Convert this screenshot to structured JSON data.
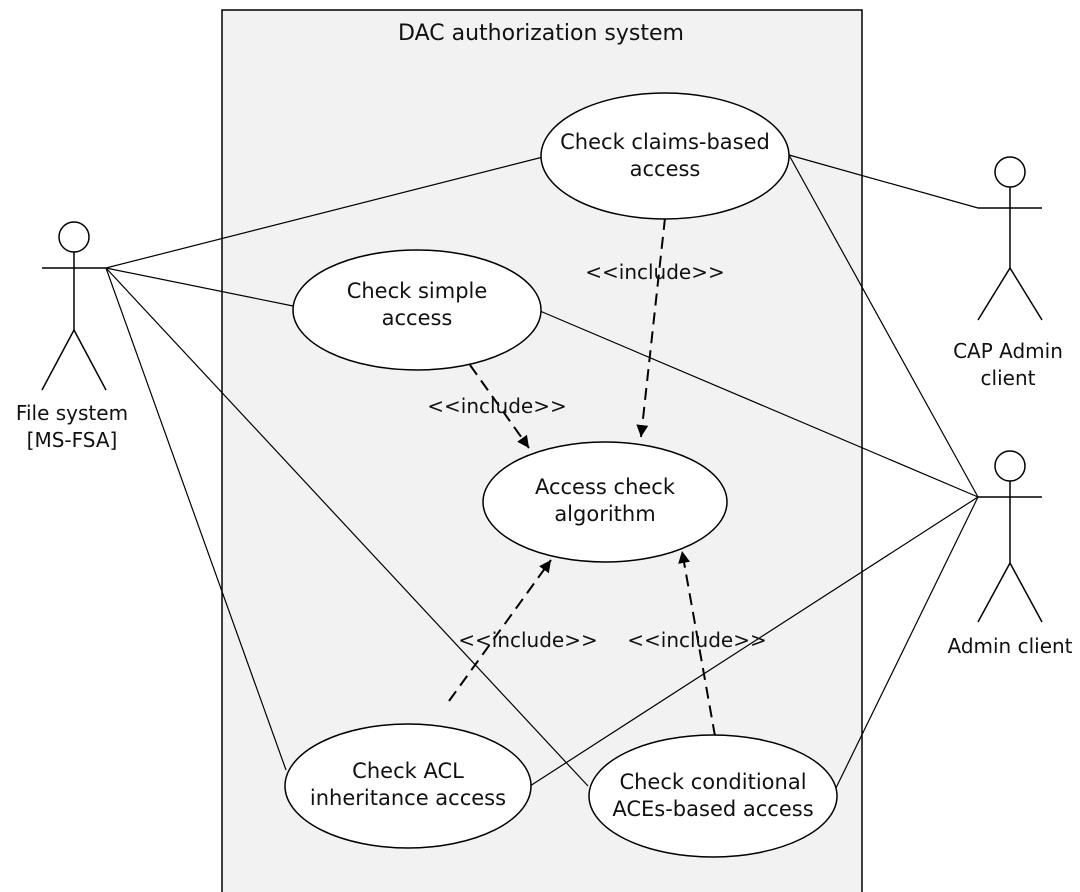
{
  "system": {
    "title": "DAC authorization system"
  },
  "actors": {
    "file_system": {
      "line1": "File system",
      "line2": "[MS-FSA]"
    },
    "cap_admin": {
      "line1": "CAP Admin",
      "line2": "client"
    },
    "admin": {
      "line1": "Admin client"
    }
  },
  "use_cases": {
    "claims": {
      "line1": "Check claims-based",
      "line2": "access"
    },
    "simple": {
      "line1": "Check simple",
      "line2": "access"
    },
    "algorithm": {
      "line1": "Access check",
      "line2": "algorithm"
    },
    "acl": {
      "line1": "Check ACL",
      "line2": "inheritance access"
    },
    "conditional": {
      "line1": "Check conditional",
      "line2": "ACEs-based access"
    }
  },
  "relations": {
    "include_claims": "<<include>>",
    "include_simple": "<<include>>",
    "include_acl": "<<include>>",
    "include_conditional": "<<include>>"
  }
}
